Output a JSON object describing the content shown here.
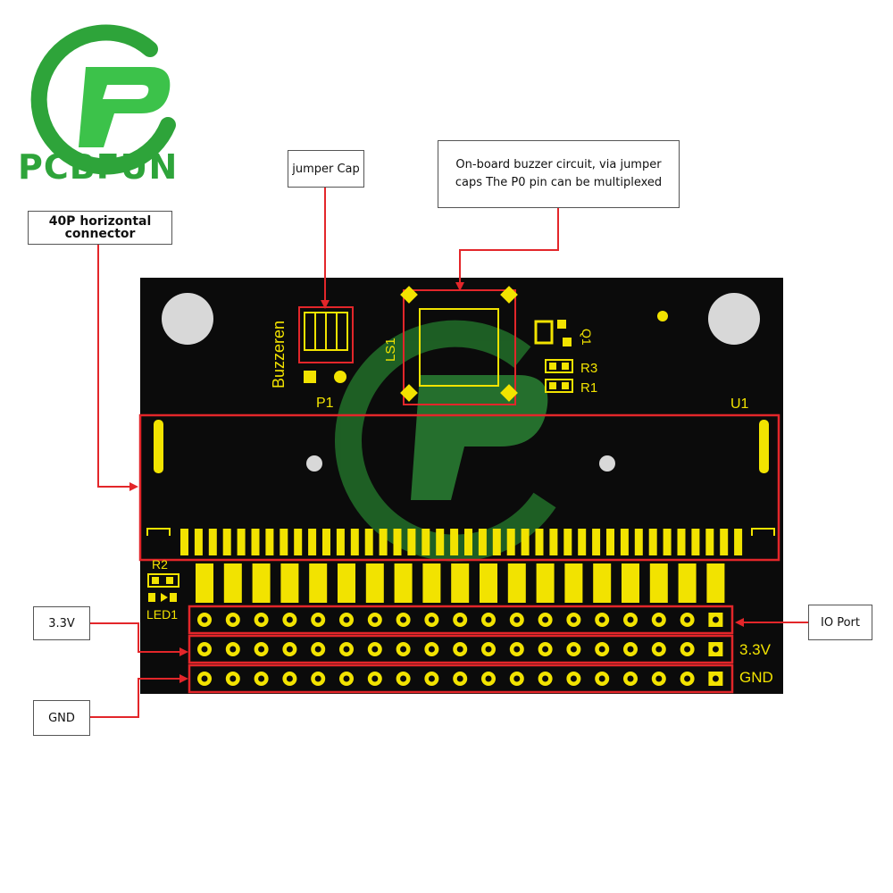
{
  "brand": {
    "name": "PCBFUN",
    "color": "#2ea43a"
  },
  "callouts": {
    "connector": "40P horizontal connector",
    "jumper": "jumper Cap",
    "buzzer": "On-board buzzer circuit, via jumper caps The P0 pin can be multiplexed",
    "v33": "3.3V",
    "gnd": "GND",
    "io": "IO Port"
  },
  "silkscreen": {
    "buzzer": "Buzzeren",
    "p1": "P1",
    "ls1": "LS1",
    "q1": "Q1",
    "r3": "R3",
    "r1": "R1",
    "u1": "U1",
    "r2": "R2",
    "led1": "LED1",
    "rail_33": "3.3V",
    "rail_gnd": "GND"
  },
  "colors": {
    "board": "#0b0b0b",
    "gold": "#f2e300",
    "highlight": "#e3262a",
    "hole": "#d8d8d8"
  }
}
